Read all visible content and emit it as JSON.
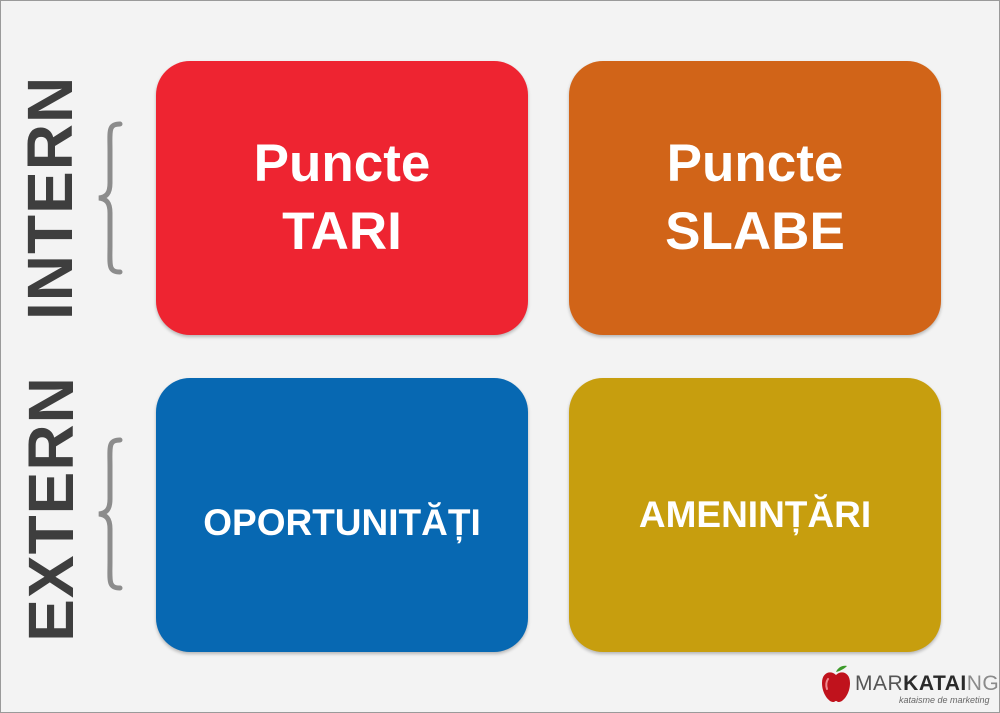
{
  "side_labels": {
    "top": "INTERN",
    "bottom": "EXTERN"
  },
  "cards": {
    "strengths": {
      "line1": "Puncte",
      "line2": "TARI",
      "color": "#ee2431"
    },
    "weaknesses": {
      "line1": "Puncte",
      "line2": "SLABE",
      "color": "#d16418"
    },
    "opportunities": {
      "line1": "OPORTUNITĂȚI",
      "color": "#0768b2"
    },
    "threats": {
      "line1": "AMENINȚĂRI",
      "color": "#c79e0e"
    }
  },
  "colors": {
    "background": "#f3f3f3",
    "side_label": "#3e3e3e",
    "brace": "#8c8c8c"
  },
  "logo": {
    "part1": "MAR",
    "part2": "KATAI",
    "part3": "NG",
    "tagline": "kataisme de marketing",
    "icon": "red-apple-icon"
  }
}
